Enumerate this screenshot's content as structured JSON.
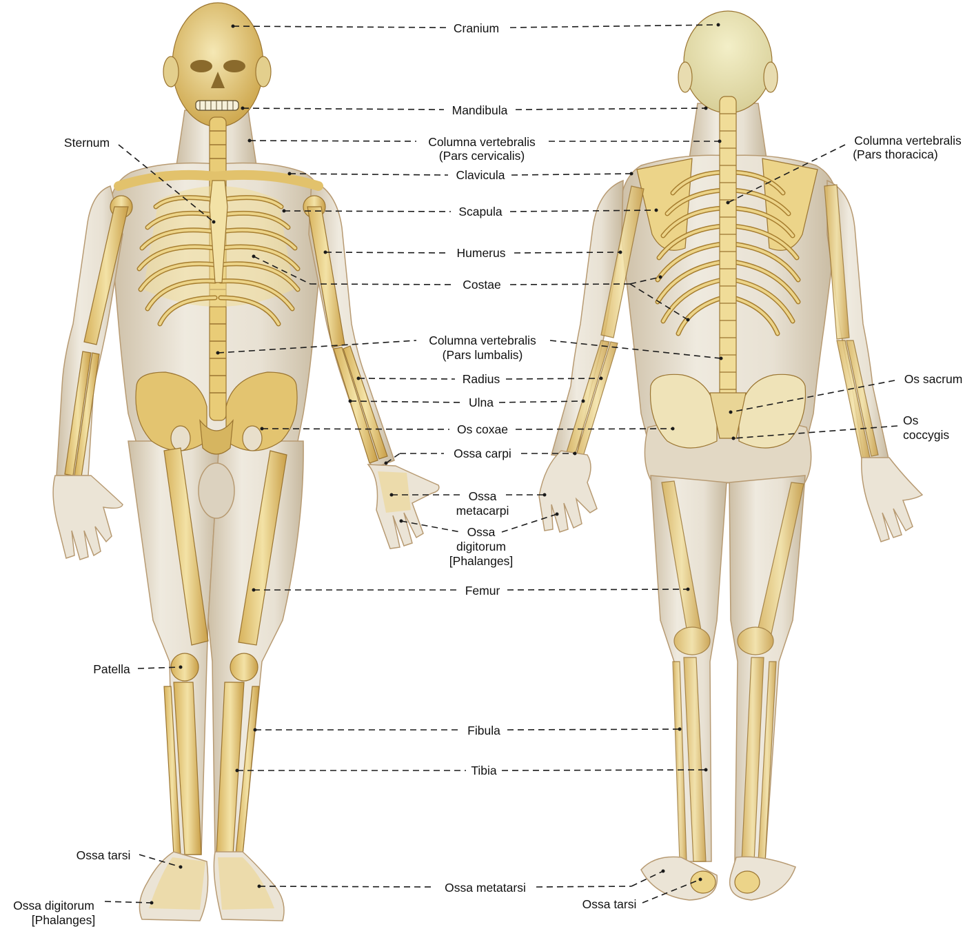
{
  "labels": {
    "cranium": "Cranium",
    "mandibula": "Mandibula",
    "sternum": "Sternum",
    "col_cervicalis_1": "Columna vertebralis",
    "col_cervicalis_2": "(Pars cervicalis)",
    "col_thoracica_1": "Columna vertebralis",
    "col_thoracica_2": "(Pars thoracica)",
    "clavicula": "Clavicula",
    "scapula": "Scapula",
    "humerus": "Humerus",
    "costae": "Costae",
    "col_lumbalis_1": "Columna vertebralis",
    "col_lumbalis_2": "(Pars lumbalis)",
    "radius": "Radius",
    "ulna": "Ulna",
    "os_sacrum": "Os sacrum",
    "os_coxae": "Os coxae",
    "os_coccygis_1": "Os",
    "os_coccygis_2": "coccygis",
    "ossa_carpi": "Ossa carpi",
    "ossa_metacarpi_1": "Ossa",
    "ossa_metacarpi_2": "metacarpi",
    "ossa_digitorum_hand_1": "Ossa",
    "ossa_digitorum_hand_2": "digitorum",
    "ossa_digitorum_hand_3": "[Phalanges]",
    "femur": "Femur",
    "patella": "Patella",
    "fibula": "Fibula",
    "tibia": "Tibia",
    "ossa_tarsi_front": "Ossa tarsi",
    "ossa_metatarsi": "Ossa metatarsi",
    "ossa_tarsi_back": "Ossa tarsi",
    "ossa_digitorum_foot_1": "Ossa digitorum",
    "ossa_digitorum_foot_2": "[Phalanges]"
  },
  "colors": {
    "skin": "#ece7dd",
    "skin_shadow": "#cfc4b0",
    "bone": "#ecd489",
    "bone_light": "#f4e6b2",
    "bone_dark": "#b58c3c",
    "leader": "#1a1a1a",
    "text": "#111111"
  }
}
